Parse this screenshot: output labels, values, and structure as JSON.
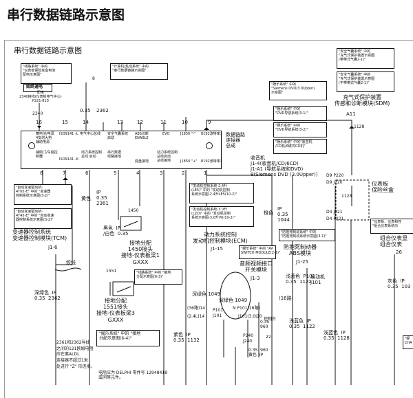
{
  "header_title": "串行数据链路示意图",
  "diagram": {
    "inner_title": "串行数据链路示意图",
    "notes": {
      "line_system": "\"线路系统\" 中的\n\"仪表板保险丝盒电池\n配电示意图\"",
      "data_link_total": "数据链路\n总成线路诊断\n(ALDL)",
      "computer_integration": "\"计算机/集成系统\" 中的\n\"串行数据链路示意图\"",
      "safety_airbag_1": "\"安全气囊系统\" 中的\n\"充气式保护装置示意图\n(带带式气囊2-1)\"",
      "safety_airbag_2": "\"安全气囊系统\" 中的\n\"充气式保护装置示意图\n(不带带式气囊2-1)\"",
      "entertainment_1": "\"娱乐系统\" 中的\n\"Siemens DVD(3.0Upper)\n示意图\"",
      "entertainment_2": "\"娱乐系统\" 中的\n\"DVD导航系统(3-1)\"",
      "entertainment_3": "\"娱乐系统\" 中的\n\"DVD导航系统(3-2)\"",
      "entertainment_4": "\"娱乐系统\" 中的\"收音机\n/CD机/6碟式CD机\"",
      "auto_trans_1": "\"自动变速驱动桥-\n4T65-E\" 中的 \"变速器\n控制系统示意图(3-2)\"",
      "auto_trans_2": "\"自动变速驱动桥-\n4T45-E\" 中的 \"自动变速\n器控制系统示意图(3-2)\"",
      "engine_1": "\"发动机控制系统-2.4升\n(LE5)\" 中的 \"发动机控制\n系统示意图-2.4升LE5(10-2)\"",
      "engine_2": "\"发动机控制系统-3.0升\n(LZD)\" 中的 \"发动机控制\n系统示意图-3.0升V6(10-2)\"",
      "entertainment_av": "\"娱乐系统\" 中的 \"AV\nSWITCH MODULE(2-1)\"",
      "abs_note": "\"防抱死制动系统\" 中的\n\"防抱死制动系统示意图(3-1)\"",
      "ground_1": "\"线路系统\" 中的 \"接地\n分配示意图(6-3)\"",
      "ground_2": "\"娱乐系统\" 中的 \"接地\n分配示意图(6-4)\"",
      "dash_note": "\"仪表板、仪表和控\n\"组合仪表系统示"
    },
    "labels": {
      "start_power": "始终通电",
      "fuse": "配电\n2340接线(仪表板电气中心)\nP221-810",
      "n2340": "2340",
      "n8": "8",
      "n035": "0.35",
      "n2362": "2362",
      "dlc_name": "数据链路\n连接器\n总成",
      "sdm": "充气式保护装置\n传感和诊断模块(SDM)",
      "a11": "A11",
      "n1128": "1128",
      "radio": "收音机\nJ1-4(收音机/CD/6CD)\nJ1-A1 (导航系统和DVD)\n8(Siemens DVD (3.0Upper))",
      "fusebox": "仪表板\n保险丝盒",
      "d9p220": "D9  P220",
      "d9j220": "D9  J220",
      "d4j221": "D4  J221",
      "d4p221": "D4  P221",
      "n1128b": "1128",
      "tcm": "变速器控制系统\n变速器控制模块(TCM)",
      "j16": "J1-6",
      "yellow": "黄色",
      "ip035": "IP\n0.35\n2361",
      "orange": "橙色",
      "ip1044": "IP\n0.35\n1044",
      "ecm": "动力系统控制\n发动机控制模块(ECM)",
      "j115": "J1-15",
      "abs": "防抱死制动器\nABS模块",
      "j125": "J1-25",
      "combo": "组合仪表显\n组合仪表",
      "n26": "26",
      "black_white": "黑色  IP\n/白色  0.35",
      "ground_1450": "接地分配\n1450接头\n接地-仪表板梁1\nGXXX",
      "n1450": "1450",
      "n1551": "1551",
      "ground_1551": "接地分配\n1551接头\n接地-仪表板梁3\nGXXX",
      "twisted": "绞线",
      "dgreen_1": "深绿色  IP\n0.35  2362",
      "dgreen_2": "深绿色 1049",
      "dgreen_3": "深绿色  1049",
      "av_switch": "音频视频接口\n开关模块",
      "j13": "J1-3",
      "conn_36": "(36路)14",
      "p101": "P101",
      "j101": "J101",
      "n24l": "(2.4L)14",
      "n9_p101": "N  P101(16路)",
      "j101_30": "J101(3.0L)",
      "num10": "10",
      "n035_960": "0.35\n960",
      "p240": "P240",
      "j240": "J240",
      "n22": "22",
      "n035_960b": "0.35  960\n黄色  IP",
      "ctrl": "控制台",
      "light_blue_1": "浅蓝色  P101\n0.35  1122",
      "light_blue_2": "浅蓝色  IP\n0.35  1122",
      "engine_lbl": "发动机\nJ101",
      "n16": "(16路)",
      "light_blue_3": "浅蓝色  IP\n0.35  1128",
      "gray": "灰色  IP\n0.35  103",
      "purple": "紫色  IP\n0.35  1132",
      "resistor": "电阻应为 DELPHI 零件号 12948418\n或同等元件。",
      "splice_note": "2361和2362导线\n之间的121欧姆电阻\n应在离ALDL\n连接器不超过1米\n处进行 \"Z\" 形连接。",
      "chann": "\"娱\nCHA"
    },
    "pins_top": [
      "16",
      "15",
      "14",
      "13",
      "12",
      "11",
      "10",
      "9"
    ],
    "pins_bottom": [
      "8",
      "7",
      "6",
      "5",
      "4",
      "3",
      "2",
      "1"
    ],
    "dlc_top_cells": [
      "蓄电池/电源\n4安培大电\n辅助电源",
      "ISO9141 -L",
      "电气中心总线",
      "安全气囊系统\n启动",
      "ABS诊断\nENABLE",
      "EVO",
      "J1850 \"-\"",
      "8192波特率1"
    ],
    "dlc_bot_cells": [
      "辅助门/车窗控\n制器",
      "ISO9141 -K",
      "动力系统控制\n总线 启动",
      "串行数据\n线路接地",
      "底盘接地",
      "动力系统控制\n总线启动\n总线接地",
      "J1850 \"+\"",
      "8192波特率2"
    ],
    "ground_symbols": [
      "1450",
      "1551"
    ]
  }
}
